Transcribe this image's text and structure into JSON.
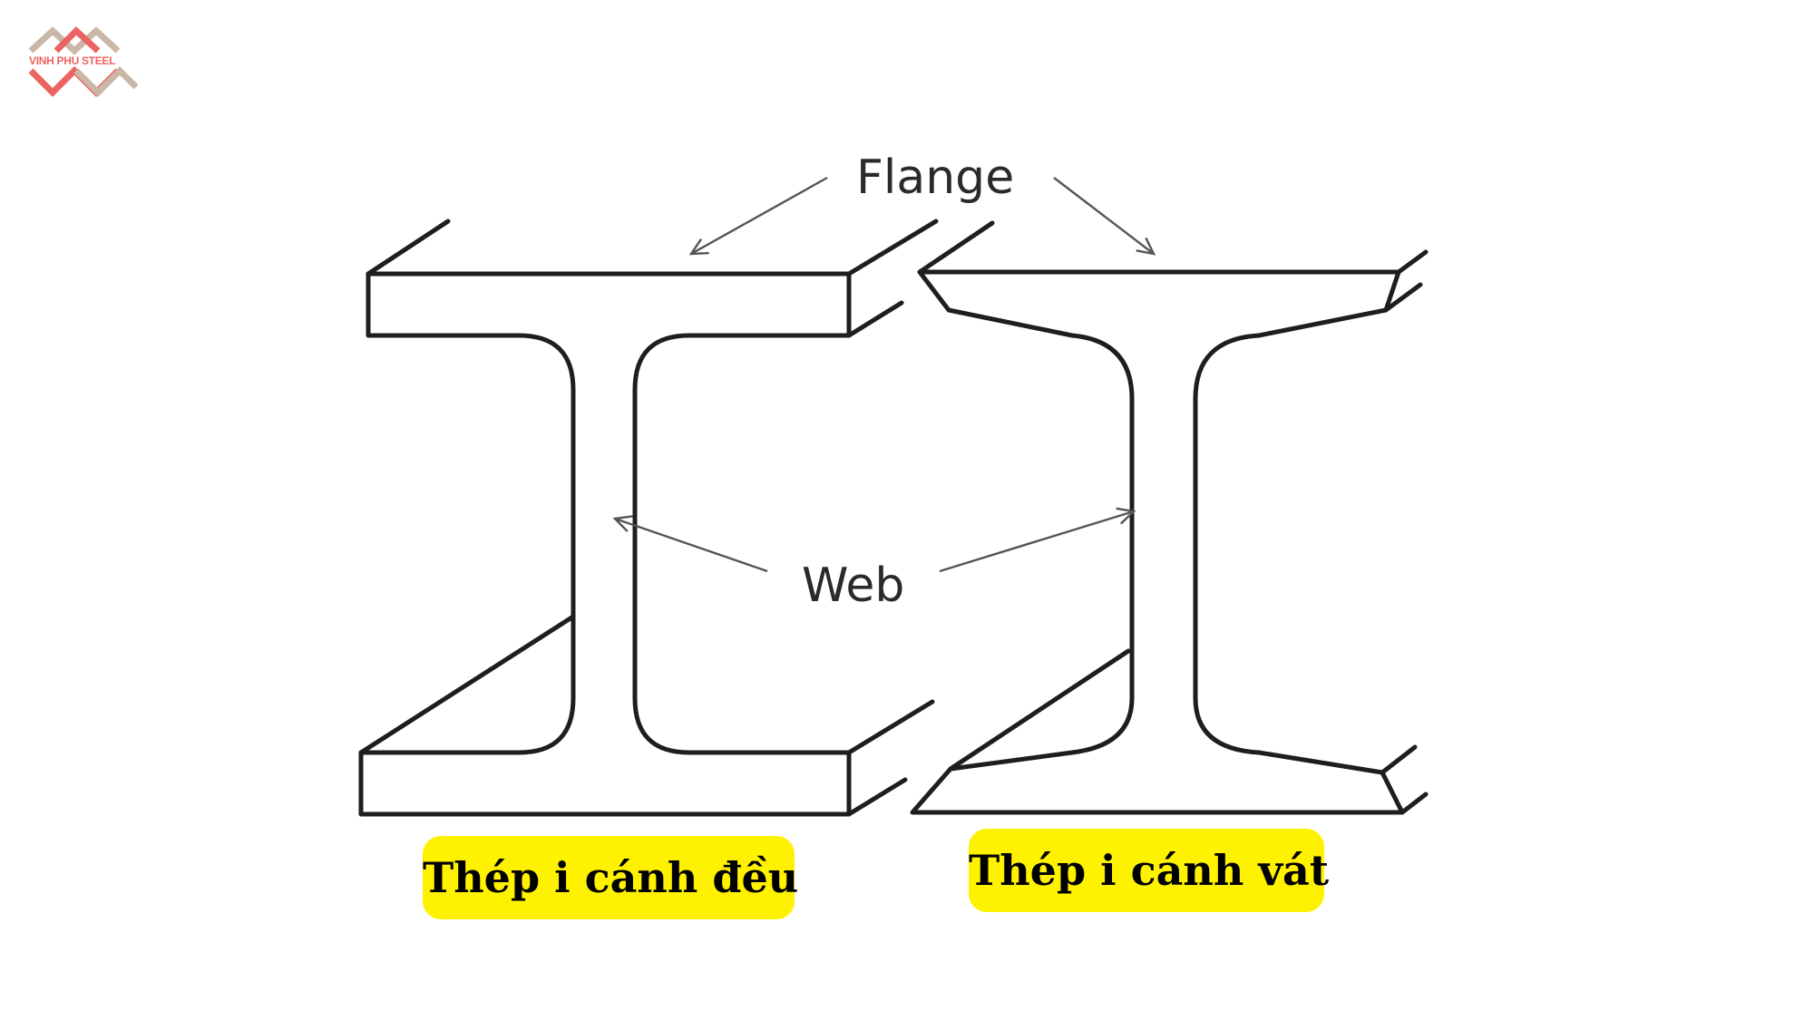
{
  "logo": {
    "text": "VINH PHU STEEL",
    "colors": [
      "#ec6461",
      "#c9b8a8"
    ],
    "icon": "diamond-chevrons-logo"
  },
  "labels": {
    "flange": "Flange",
    "web": "Web"
  },
  "captions": {
    "left": "Thép i cánh đều",
    "right": "Thép i cánh vát"
  },
  "colors": {
    "line": "#1e1e1e",
    "arrow": "#555555",
    "caption_bg": "#fff200"
  }
}
